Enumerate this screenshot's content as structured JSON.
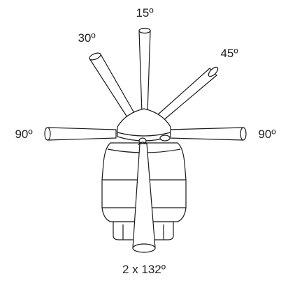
{
  "labels": {
    "top": "15º",
    "upper_left": "30º",
    "upper_right": "45º",
    "left": "90º",
    "right": "90º",
    "bottom": "2 x 132º"
  },
  "colors": {
    "stroke": "#1a1a1a",
    "fill": "#ffffff",
    "text": "#222222"
  }
}
